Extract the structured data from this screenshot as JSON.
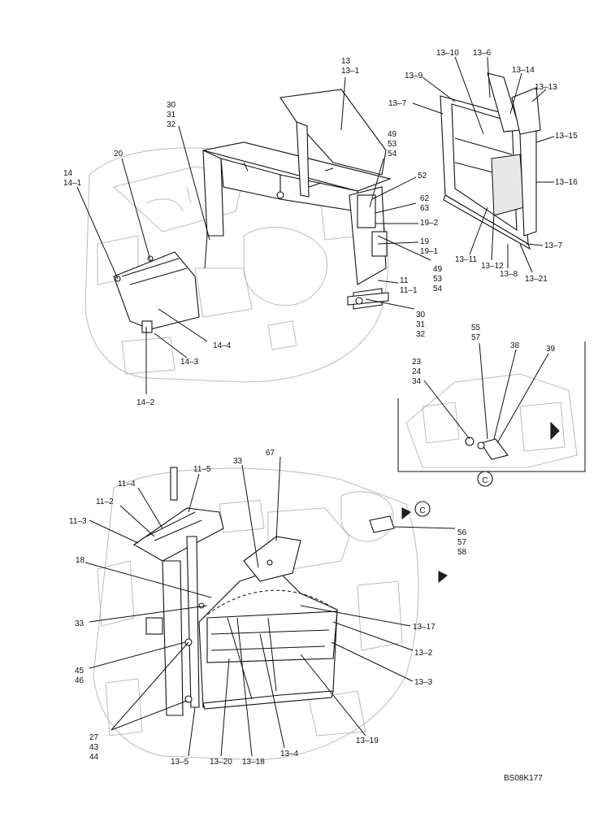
{
  "diagram_code": "BS08K177",
  "detail_marker": "C",
  "labels": {
    "l13": "13",
    "l13_1": "13–1",
    "l30a": "30",
    "l31a": "31",
    "l32a": "32",
    "l20": "20",
    "l14": "14",
    "l14_1": "14–1",
    "l49a": "49",
    "l53a": "53",
    "l54a": "54",
    "l52": "52",
    "l62": "62",
    "l63": "63",
    "l19_2": "19–2",
    "l19": "19",
    "l19_1": "19–1",
    "l49b": "49",
    "l53b": "53",
    "l54b": "54",
    "l11a": "11",
    "l11_1": "11–1",
    "l30b": "30",
    "l31b": "31",
    "l32b": "32",
    "l14_4": "14–4",
    "l14_3": "14–3",
    "l14_2": "14–2",
    "l13_10": "13–10",
    "l13_6": "13–6",
    "l13_9": "13–9",
    "l13_14": "13–14",
    "l13_13": "13–13",
    "l13_7a": "13–7",
    "l13_15": "13–15",
    "l13_16": "13–16",
    "l13_7b": "13–7",
    "l13_11": "13–11",
    "l13_12": "13–12",
    "l13_8": "13–8",
    "l13_21": "13–21",
    "l55": "55",
    "l57a": "57",
    "l38": "38",
    "l39": "39",
    "l23": "23",
    "l24": "24",
    "l34": "34",
    "l33a": "33",
    "l67": "67",
    "l11_5": "11–5",
    "l11_4": "11–4",
    "l11_2": "11–2",
    "l11_3": "11–3",
    "l56": "56",
    "l57b": "57",
    "l58": "58",
    "l18": "18",
    "l33b": "33",
    "l13_17": "13–17",
    "l13_2": "13–2",
    "l45": "45",
    "l46": "46",
    "l13_3": "13–3",
    "l27": "27",
    "l43": "43",
    "l44": "44",
    "l13_5": "13–5",
    "l13_20": "13–20",
    "l13_18": "13–18",
    "l13_4": "13–4",
    "l13_19": "13–19"
  }
}
